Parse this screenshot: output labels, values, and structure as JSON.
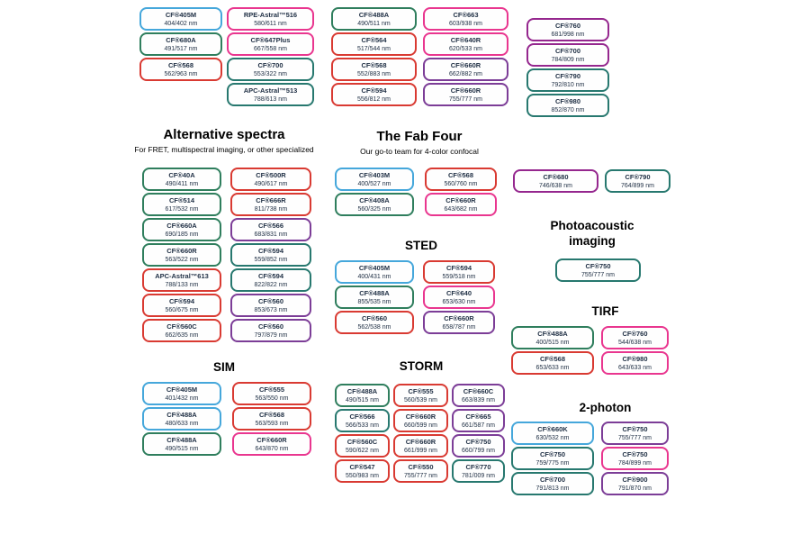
{
  "colors": {
    "blue": "#45a7db",
    "green": "#2f7e5d",
    "teal": "#27786f",
    "red": "#d93a32",
    "pink": "#e9368f",
    "purple": "#7c3d97",
    "magenta": "#95278e"
  },
  "sections": {
    "top": {
      "colA": [
        {
          "name": "CF®405M",
          "value": "404/402 nm",
          "color": "#45a7db"
        },
        {
          "name": "CF®680A",
          "value": "491/517 nm",
          "color": "#2f7e5d"
        },
        {
          "name": "CF®568",
          "value": "562/963 nm",
          "color": "#d93a32"
        }
      ],
      "colB": [
        {
          "name": "RPE-Astral™516",
          "value": "580/611 nm",
          "color": "#e9368f"
        },
        {
          "name": "CF®647Plus",
          "value": "667/558 nm",
          "color": "#e9368f"
        },
        {
          "name": "CF®700",
          "value": "553/322 nm",
          "color": "#27786f"
        },
        {
          "name": "APC-Astral™513",
          "value": "788/613 nm",
          "color": "#27786f"
        }
      ],
      "colC": [
        {
          "name": "CF®488A",
          "value": "490/511 nm",
          "color": "#2f7e5d"
        },
        {
          "name": "CF®564",
          "value": "517/544 nm",
          "color": "#d93a32"
        },
        {
          "name": "CF®568",
          "value": "552/883 nm",
          "color": "#d93a32"
        },
        {
          "name": "CF®594",
          "value": "556/812 nm",
          "color": "#d93a32"
        }
      ],
      "colD": [
        {
          "name": "CF®663",
          "value": "603/938 nm",
          "color": "#e9368f"
        },
        {
          "name": "CF®640R",
          "value": "620/533 nm",
          "color": "#e9368f"
        },
        {
          "name": "CF®660R",
          "value": "662/882 nm",
          "color": "#7c3d97"
        },
        {
          "name": "CF®660R",
          "value": "755/777 nm",
          "color": "#7c3d97"
        }
      ],
      "colE": [
        {
          "name": "CF®760",
          "value": "681/998 nm",
          "color": "#95278e"
        },
        {
          "name": "CF®700",
          "value": "784/809 nm",
          "color": "#95278e"
        },
        {
          "name": "CF®790",
          "value": "792/810 nm",
          "color": "#27786f"
        },
        {
          "name": "CF®980",
          "value": "852/870 nm",
          "color": "#27786f"
        }
      ]
    },
    "alternative": {
      "title": "Alternative spectra",
      "subtitle": "For FRET, multispectral imaging, or other specialized",
      "col1": [
        {
          "name": "CF®40A",
          "value": "490/411 nm",
          "color": "#2f7e5d"
        },
        {
          "name": "CF®514",
          "value": "617/532 nm",
          "color": "#2f7e5d"
        },
        {
          "name": "CF®660A",
          "value": "690/185 nm",
          "color": "#2f7e5d"
        },
        {
          "name": "CF®660R",
          "value": "563/522 nm",
          "color": "#2f7e5d"
        },
        {
          "name": "APC-Astral™613",
          "value": "788/133 nm",
          "color": "#d93a32"
        },
        {
          "name": "CF®594",
          "value": "560/675 nm",
          "color": "#d93a32"
        },
        {
          "name": "CF®560C",
          "value": "662/635 nm",
          "color": "#d93a32"
        }
      ],
      "col2": [
        {
          "name": "CF®500R",
          "value": "490/617 nm",
          "color": "#d93a32"
        },
        {
          "name": "CF®666R",
          "value": "811/738 nm",
          "color": "#d93a32"
        },
        {
          "name": "CF®566",
          "value": "683/831 nm",
          "color": "#7c3d97"
        },
        {
          "name": "CF®594",
          "value": "559/852 nm",
          "color": "#27786f"
        },
        {
          "name": "CF®594",
          "value": "822/822 nm",
          "color": "#27786f"
        },
        {
          "name": "CF®560",
          "value": "853/673 nm",
          "color": "#7c3d97"
        },
        {
          "name": "CF®560",
          "value": "797/879 nm",
          "color": "#7c3d97"
        }
      ]
    },
    "fabfour": {
      "title": "The Fab Four",
      "subtitle": "Our go-to team for 4-color confocal",
      "col1": [
        {
          "name": "CF®403M",
          "value": "400/527 nm",
          "color": "#45a7db"
        },
        {
          "name": "CF®408A",
          "value": "560/325 nm",
          "color": "#2f7e5d"
        }
      ],
      "col2": [
        {
          "name": "CF®568",
          "value": "560/760 nm",
          "color": "#d93a32"
        },
        {
          "name": "CF®660R",
          "value": "643/682 nm",
          "color": "#e9368f"
        }
      ]
    },
    "sted": {
      "title": "STED",
      "col1": [
        {
          "name": "CF®405M",
          "value": "400/431 nm",
          "color": "#45a7db"
        },
        {
          "name": "CF®488A",
          "value": "855/535 nm",
          "color": "#2f7e5d"
        },
        {
          "name": "CF®560",
          "value": "562/538 nm",
          "color": "#d93a32"
        }
      ],
      "col2": [
        {
          "name": "CF®594",
          "value": "559/518 nm",
          "color": "#d93a32"
        },
        {
          "name": "CF®640",
          "value": "653/630 nm",
          "color": "#e9368f"
        },
        {
          "name": "CF®660R",
          "value": "658/787 nm",
          "color": "#7c3d97"
        }
      ]
    },
    "sim": {
      "title": "SIM",
      "col1": [
        {
          "name": "CF®405M",
          "value": "401/432 nm",
          "color": "#45a7db"
        },
        {
          "name": "CF®488A",
          "value": "480/633 nm",
          "color": "#45a7db"
        },
        {
          "name": "CF®488A",
          "value": "490/515 nm",
          "color": "#2f7e5d"
        }
      ],
      "col2": [
        {
          "name": "CF®555",
          "value": "563/550 nm",
          "color": "#d93a32"
        },
        {
          "name": "CF®568",
          "value": "563/593 nm",
          "color": "#d93a32"
        },
        {
          "name": "CF®660R",
          "value": "643/870 nm",
          "color": "#e9368f"
        }
      ]
    },
    "storm": {
      "title": "STORM",
      "col1": [
        {
          "name": "CF®488A",
          "value": "490/515 nm",
          "color": "#2f7e5d"
        },
        {
          "name": "CF®566",
          "value": "566/533 nm",
          "color": "#27786f"
        },
        {
          "name": "CF®560C",
          "value": "590/622 nm",
          "color": "#d93a32"
        },
        {
          "name": "CF®547",
          "value": "550/983 nm",
          "color": "#d93a32"
        }
      ],
      "col2": [
        {
          "name": "CF®555",
          "value": "560/539 nm",
          "color": "#d93a32"
        },
        {
          "name": "CF®660R",
          "value": "660/599 nm",
          "color": "#d93a32"
        },
        {
          "name": "CF®660R",
          "value": "661/999 nm",
          "color": "#d93a32"
        },
        {
          "name": "CF®550",
          "value": "755/777 nm",
          "color": "#d93a32"
        }
      ],
      "col3": [
        {
          "name": "CF®660C",
          "value": "663/839 nm",
          "color": "#7c3d97"
        },
        {
          "name": "CF®665",
          "value": "661/587 nm",
          "color": "#7c3d97"
        },
        {
          "name": "CF®750",
          "value": "660/799 nm",
          "color": "#7c3d97"
        },
        {
          "name": "CF®770",
          "value": "781/009 nm",
          "color": "#27786f"
        }
      ]
    },
    "rightpair": {
      "p1": [
        {
          "name": "CF®680",
          "value": "746/638 nm",
          "color": "#95278e"
        }
      ],
      "p2": [
        {
          "name": "CF®790",
          "value": "764/899 nm",
          "color": "#27786f"
        }
      ]
    },
    "photoacoustic": {
      "title": "Photoacoustic imaging",
      "boxes": [
        {
          "name": "CF®750",
          "value": "755/777 nm",
          "color": "#27786f"
        }
      ]
    },
    "tirf": {
      "title": "TIRF",
      "col1": [
        {
          "name": "CF®488A",
          "value": "400/515 nm",
          "color": "#2f7e5d"
        },
        {
          "name": "CF®568",
          "value": "653/633 nm",
          "color": "#d93a32"
        }
      ],
      "col2": [
        {
          "name": "CF®760",
          "value": "544/638 nm",
          "color": "#e9368f"
        },
        {
          "name": "CF®980",
          "value": "643/633 nm",
          "color": "#e9368f"
        }
      ]
    },
    "twophoton": {
      "title": "2-photon",
      "col1": [
        {
          "name": "CF®660K",
          "value": "630/532 nm",
          "color": "#45a7db"
        },
        {
          "name": "CF®750",
          "value": "759/775 nm",
          "color": "#27786f"
        },
        {
          "name": "CF®700",
          "value": "791/813 nm",
          "color": "#27786f"
        }
      ],
      "col2": [
        {
          "name": "CF®750",
          "value": "755/777 nm",
          "color": "#7c3d97"
        },
        {
          "name": "CF®750",
          "value": "784/899 nm",
          "color": "#e9368f"
        },
        {
          "name": "CF®900",
          "value": "791/870 nm",
          "color": "#7c3d97"
        }
      ]
    }
  }
}
